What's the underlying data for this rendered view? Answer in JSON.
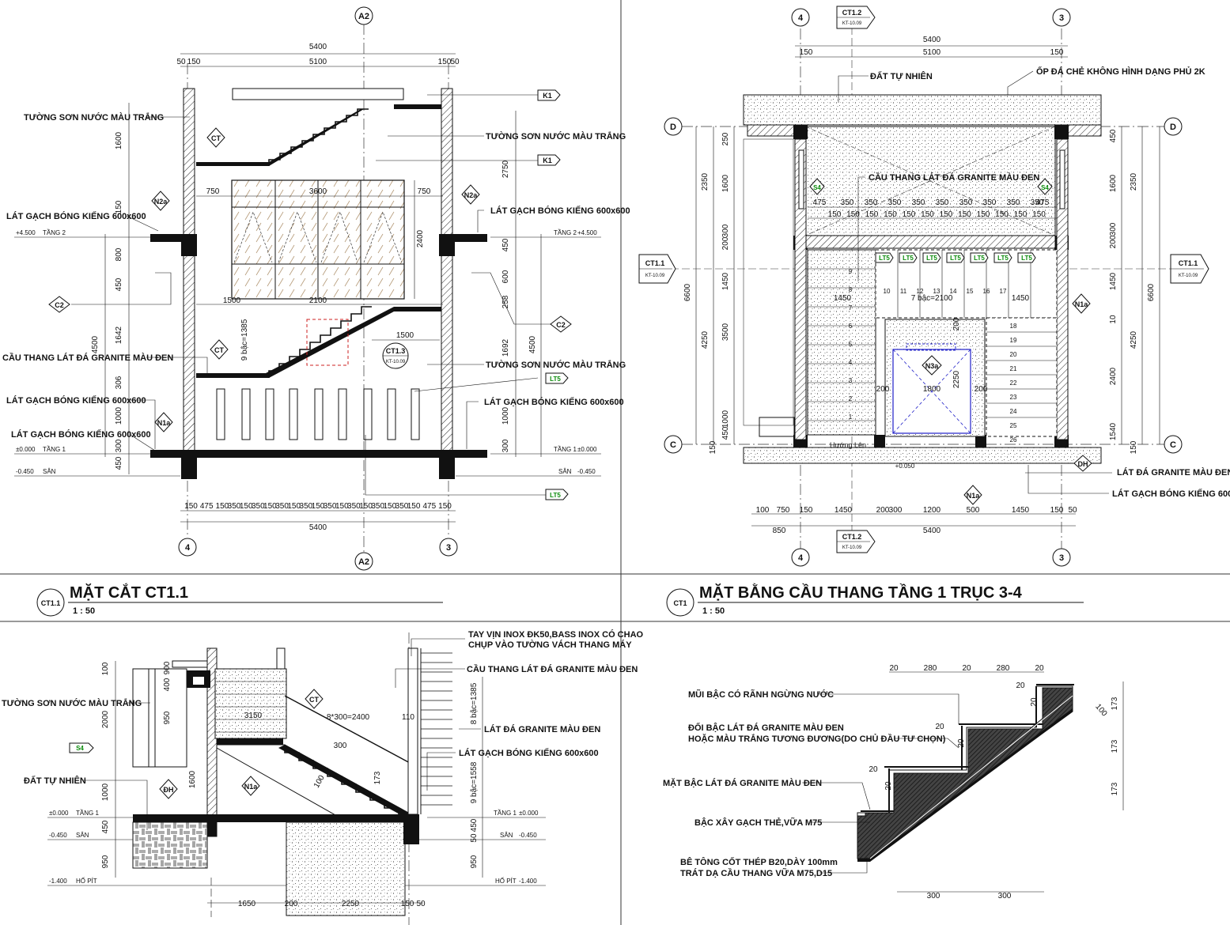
{
  "panel_tl": {
    "grid_top": "A2",
    "grid_bottom_left": "4",
    "grid_bottom_mid": "A2",
    "grid_bottom_right": "3",
    "dim_top_total": "5400",
    "dim_top_left": "50",
    "dim_top_left2": "150",
    "dim_top_mid": "5100",
    "dim_top_right": "150",
    "dim_top_right2": "50",
    "dim_bottom_total": "5400",
    "dim_bottom_seq": [
      "150",
      "475",
      "150",
      "350",
      "150",
      "350",
      "150",
      "350",
      "150",
      "350",
      "150",
      "350",
      "150",
      "350",
      "150",
      "350",
      "150",
      "350",
      "150",
      "475",
      "150"
    ],
    "notes": {
      "wall_paint_1": "TƯỜNG SƠN NƯỚC MÀU TRẮNG",
      "wall_paint_2": "TƯỜNG SƠN NƯỚC MÀU TRẮNG",
      "wall_paint_3": "TƯỜNG SƠN NƯỚC MÀU TRẮNG",
      "tile_1": "LÁT GẠCH BÓNG KIẾNG 600x600",
      "tile_2": "LÁT GẠCH BÓNG KIẾNG 600x600",
      "tile_3": "LÁT GẠCH BÓNG KIẾNG 600x600",
      "tile_4": "LÁT GẠCH BÓNG KIẾNG 600x600",
      "tile_5": "LÁT GẠCH BÓNG KIẾNG 600x600",
      "stair_granite": "CẦU THANG LÁT ĐÁ GRANITE MÀU ĐEN"
    },
    "levels": {
      "l2": "+4.500",
      "l2_name": "TẦNG 2",
      "l2r": "+4.500",
      "l2r_name": "TẦNG 2",
      "l1": "±0.000",
      "l1_name": "TẦNG 1",
      "l1r": "±0.000",
      "l1r_name": "TẦNG 1",
      "san": "-0.450",
      "san_name": "SÂN",
      "sanr": "-0.450",
      "sanr_name": "SÂN"
    },
    "dims_left": [
      "1600",
      "150",
      "800",
      "450",
      "1642",
      "306",
      "1000",
      "300",
      "450",
      "4500"
    ],
    "dims_right": [
      "2750",
      "2400",
      "450",
      "600",
      "258",
      "1692",
      "1000",
      "300",
      "4500"
    ],
    "inner": {
      "w750a": "750",
      "w3600": "3600",
      "w750b": "750",
      "w1500": "1500",
      "w2100": "2100",
      "w1500b": "1500",
      "steps": "9 bậc=1385"
    },
    "tags": {
      "k1a": "K1",
      "k1b": "K1",
      "c2a": "C2",
      "c2b": "C2",
      "lt5a": "LT5",
      "lt5b": "LT5",
      "n2a": "N2a",
      "n2b": "N2a",
      "n1a": "N1a",
      "ct1": "CT",
      "ct2": "CT",
      "ct13": "CT1.3",
      "kt": "KT-10.09"
    }
  },
  "panel_tr": {
    "grid_top_left": "4",
    "grid_top_right": "3",
    "grid_bottom_left": "4",
    "grid_bottom_right": "3",
    "grid_d_left": "D",
    "grid_d_right": "D",
    "grid_c_left": "C",
    "grid_c_right": "C",
    "cut_top": "CT1.2",
    "cut_bottom": "CT1.2",
    "cut_left": "CT1.1",
    "cut_right": "CT1.1",
    "kt": "KT-10.09",
    "dim_top_total": "5400",
    "dim_top_150": "150",
    "dim_top_5100": "5100",
    "dim_top_150b": "150",
    "notes": {
      "natural_soil": "ĐẤT TỰ NHIÊN",
      "stone": "ỐP ĐÁ CHẺ KHÔNG HÌNH DẠNG PHỦ 2K",
      "stair_granite": "CẦU THANG LÁT ĐÁ GRANITE MÀU ĐEN",
      "granite": "LÁT ĐÁ GRANITE MÀU ĐEN",
      "tile": "LÁT GẠCH BÓNG KIẾNG 600x600",
      "direction": "Hướng Lên",
      "steps": "7 bậc=2100"
    },
    "dims_row": [
      "475",
      "350",
      "350",
      "350",
      "350",
      "350",
      "350",
      "350",
      "350",
      "350",
      "475"
    ],
    "dims_row_b": [
      "150",
      "150",
      "150",
      "150",
      "150",
      "150",
      "150",
      "150",
      "150",
      "150",
      "150",
      "150"
    ],
    "dims_bottom_1": [
      "100",
      "750",
      "150",
      "1450",
      "200",
      "300",
      "1200",
      "500",
      "1450",
      "150",
      "50"
    ],
    "dims_bottom_2": [
      "850",
      "5400"
    ],
    "dims_left": [
      "250",
      "2350",
      "1600",
      "300",
      "200",
      "6600",
      "4250",
      "3500",
      "1450",
      "1000",
      "450",
      "150"
    ],
    "dims_right": [
      "450",
      "2350",
      "1600",
      "200",
      "300",
      "6600",
      "1450",
      "10",
      "4250",
      "2400",
      "1540",
      "150"
    ],
    "inner": {
      "d1450a": "1450",
      "d1450b": "1450",
      "d200a": "200",
      "d1800": "1800",
      "d200b": "200",
      "d2250": "2250",
      "d200c": "200",
      "lvl": "+0.050"
    },
    "step_nums_left": [
      "1",
      "2",
      "3",
      "4",
      "5",
      "6",
      "7",
      "8",
      "9"
    ],
    "step_nums_top": [
      "10",
      "11",
      "12",
      "13",
      "14",
      "15",
      "16",
      "17"
    ],
    "step_nums_right": [
      "18",
      "19",
      "20",
      "21",
      "22",
      "23",
      "24",
      "25",
      "26"
    ],
    "tags": {
      "n1a": "N1a",
      "n1b": "N1a",
      "n3a": "N3a",
      "d1": "DH",
      "s4a": "S4",
      "s4b": "S4",
      "lt5": "LT5"
    }
  },
  "title_tl": {
    "code": "CT1.1",
    "title": "MẶT CẮT CT1.1",
    "scale": "1 : 50"
  },
  "title_tr": {
    "code": "CT1",
    "title": "MẶT BẰNG CẦU THANG TẦNG 1 TRỤC 3-4",
    "scale": "1 : 50"
  },
  "panel_bl": {
    "notes": {
      "handrail": "TAY VỊN INOX ĐK50,BASS INOX CÓ CHAO",
      "handrail2": "CHỤP VÀO TƯỜNG VÁCH THANG MÁY",
      "stair_granite": "CẦU THANG LÁT ĐÁ GRANITE MÀU ĐEN",
      "wall_paint": "TƯỜNG SƠN NƯỚC MÀU TRẮNG",
      "granite": "LÁT ĐÁ GRANITE MÀU ĐEN",
      "tile": "LÁT GẠCH BÓNG KIẾNG 600x600",
      "natural_soil": "ĐẤT TỰ NHIÊN"
    },
    "levels": {
      "l1": "±0.000",
      "l1_name": "TẦNG 1",
      "l1r": "±0.000",
      "l1r_name": "TẦNG 1",
      "san": "-0.450",
      "san_name": "SÂN",
      "sanr": "-0.450",
      "sanr_name": "SÂN",
      "pit": "-1.400",
      "pit_name": "HỐ PÍT",
      "pitr": "-1.400",
      "pitr_name": "HỐ PÍT"
    },
    "dims_left": [
      "100",
      "2000",
      "1000",
      "450",
      "950"
    ],
    "dims_in": [
      "900",
      "400",
      "950",
      "1600",
      "3150",
      "8*300=2400",
      "300",
      "110",
      "100",
      "173"
    ],
    "dims_right": [
      "8 bậc=1385",
      "9 bậc=1558",
      "450",
      "50",
      "950"
    ],
    "dims_bottom": [
      "1650",
      "200",
      "2250",
      "150",
      "50"
    ],
    "tags": {
      "s4": "S4",
      "n1a": "N1a",
      "dh": "ĐH",
      "ct": "CT"
    }
  },
  "panel_br": {
    "notes": {
      "nose": "MŨI BẬC CÓ RÃNH NGỪNG NƯỚC",
      "riser": "ĐỐI BẬC LÁT ĐÁ GRANITE MÀU ĐEN",
      "riser2": "HOẶC MÀU TRẮNG TƯƠNG ĐƯƠNG(DO CHỦ ĐẦU TƯ CHỌN)",
      "tread": "MẶT BẬC LÁT ĐÁ GRANITE MÀU ĐEN",
      "brick": "BẬC XÂY GẠCH THẺ,VỮA M75",
      "concrete": "BÊ TÔNG CỐT THÉP B20,DÀY 100mm",
      "plaster": "TRÁT DẠ CẦU THANG VỮA M75,D15"
    },
    "dims_top": [
      "20",
      "280",
      "20",
      "280",
      "20"
    ],
    "dims_right": [
      "173",
      "173",
      "173"
    ],
    "dims_in": [
      "20",
      "20",
      "20",
      "20",
      "20",
      "20",
      "100"
    ],
    "dims_bottom": [
      "300",
      "300"
    ]
  }
}
